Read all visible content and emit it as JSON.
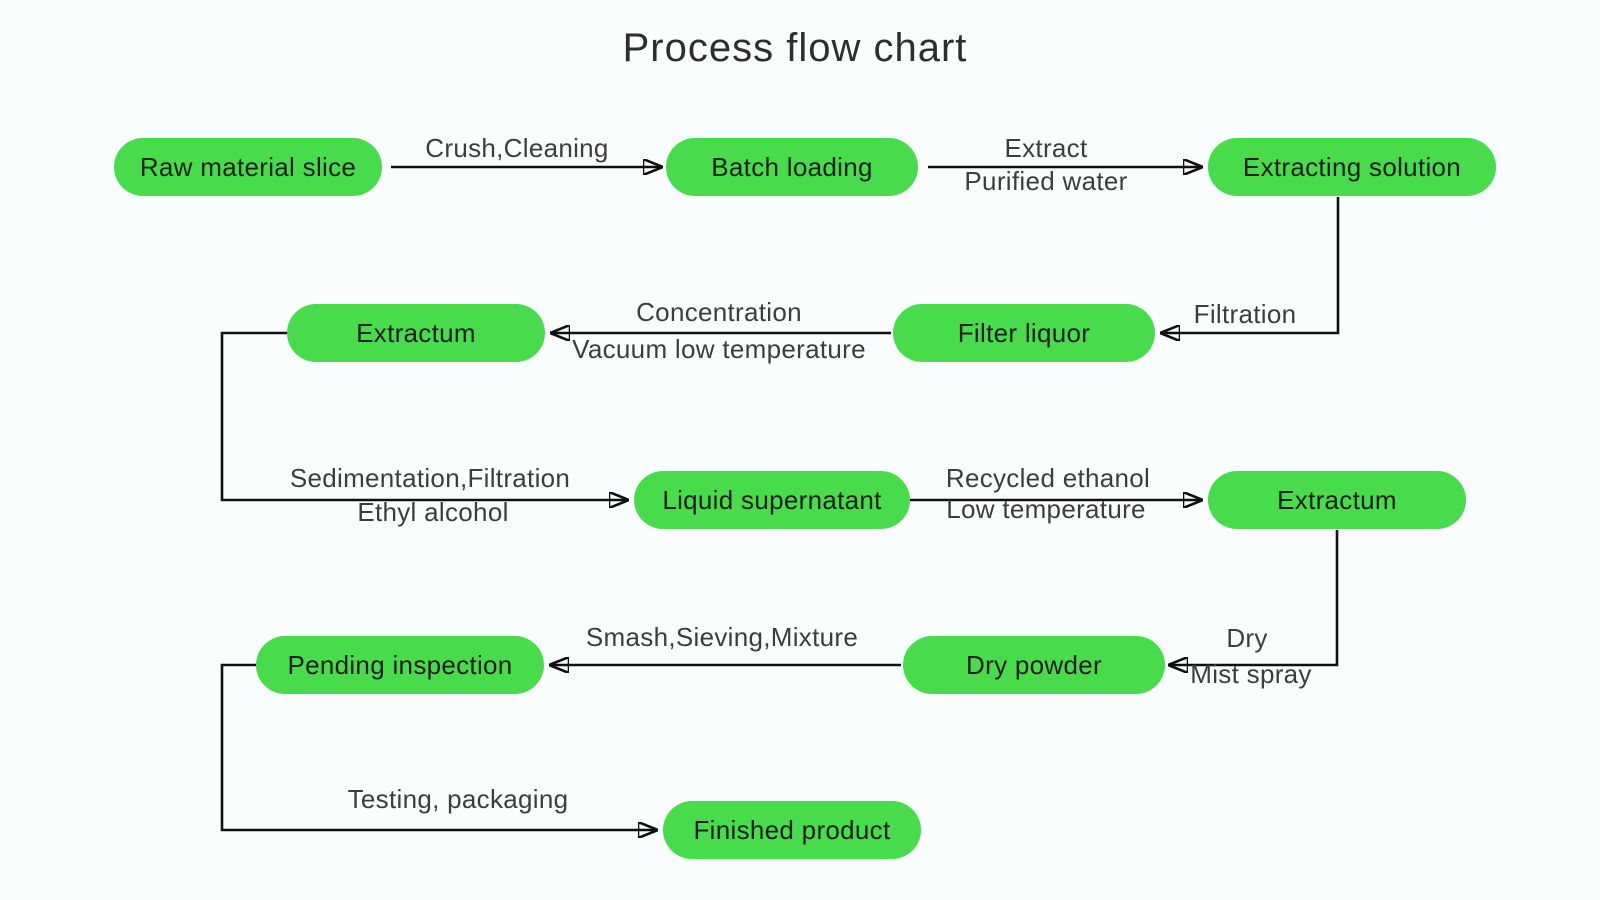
{
  "title": "Process flow chart",
  "colors": {
    "node_fill": "#48db4c",
    "line": "#101010",
    "background": "#fafdfe",
    "node_text": "#1e1e1e",
    "label_text": "#3d3d3d"
  },
  "nodes": [
    {
      "id": "raw-material-slice",
      "label": "Raw material slice"
    },
    {
      "id": "batch-loading",
      "label": "Batch loading"
    },
    {
      "id": "extracting-solution",
      "label": "Extracting solution"
    },
    {
      "id": "filter-liquor",
      "label": "Filter liquor"
    },
    {
      "id": "extractum-1",
      "label": "Extractum"
    },
    {
      "id": "liquid-supernatant",
      "label": "Liquid supernatant"
    },
    {
      "id": "extractum-2",
      "label": "Extractum"
    },
    {
      "id": "dry-powder",
      "label": "Dry powder"
    },
    {
      "id": "pending-inspection",
      "label": "Pending inspection"
    },
    {
      "id": "finished-product",
      "label": "Finished product"
    }
  ],
  "edges": [
    {
      "id": "raw-to-batch",
      "from": "raw-material-slice",
      "to": "batch-loading",
      "label_lines": [
        "Crush,Cleaning"
      ]
    },
    {
      "id": "batch-to-extracting",
      "from": "batch-loading",
      "to": "extracting-solution",
      "label_lines": [
        "Extract",
        "Purified water"
      ]
    },
    {
      "id": "extracting-to-filter",
      "from": "extracting-solution",
      "to": "filter-liquor",
      "label_lines": [
        "Filtration"
      ]
    },
    {
      "id": "filter-to-extractum",
      "from": "filter-liquor",
      "to": "extractum-1",
      "label_lines": [
        "Concentration",
        "Vacuum low temperature"
      ]
    },
    {
      "id": "extractum-to-supernatant",
      "from": "extractum-1",
      "to": "liquid-supernatant",
      "label_lines": [
        "Sedimentation,Filtration",
        "Ethyl alcohol"
      ]
    },
    {
      "id": "supernatant-to-extractum2",
      "from": "liquid-supernatant",
      "to": "extractum-2",
      "label_lines": [
        "Recycled ethanol",
        "Low temperature"
      ]
    },
    {
      "id": "extractum2-to-drypowder",
      "from": "extractum-2",
      "to": "dry-powder",
      "label_lines": [
        "Dry",
        "Mist spray"
      ]
    },
    {
      "id": "drypowder-to-pending",
      "from": "dry-powder",
      "to": "pending-inspection",
      "label_lines": [
        "Smash,Sieving,Mixture"
      ]
    },
    {
      "id": "pending-to-finished",
      "from": "pending-inspection",
      "to": "finished-product",
      "label_lines": [
        "Testing, packaging"
      ]
    }
  ]
}
